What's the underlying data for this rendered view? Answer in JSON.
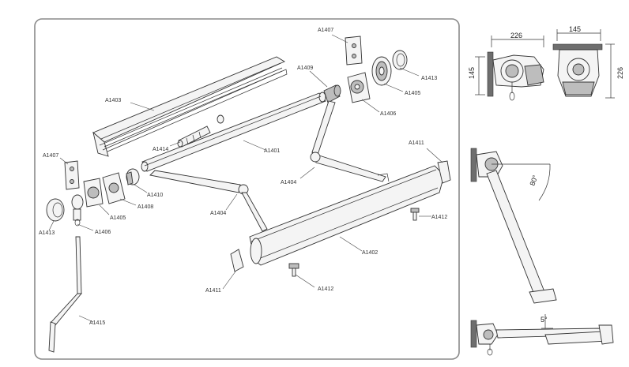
{
  "labels": {
    "a1407_top": "A1407",
    "a1409": "A1409",
    "a1413_right": "A1413",
    "a1405_right": "A1405",
    "a1406_right": "A1406",
    "a1403": "A1403",
    "a1414": "A1414",
    "a1401": "A1401",
    "a1404_right": "A1404",
    "a1411_right": "A1411",
    "a1407_left": "A1407",
    "a1410": "A1410",
    "a1408": "A1408",
    "a1405_left": "A1405",
    "a1413_left": "A1413",
    "a1406_left": "A1406",
    "a1404_left": "A1404",
    "a1412_right": "A1412",
    "a1402": "A1402",
    "a1411_left": "A1411",
    "a1412_bottom": "A1412",
    "a1415": "A1415"
  },
  "dimensions": {
    "width_left": "226",
    "width_right": "145",
    "height_left": "145",
    "height_right": "226",
    "angle": "80°",
    "angle_small": "5°"
  }
}
